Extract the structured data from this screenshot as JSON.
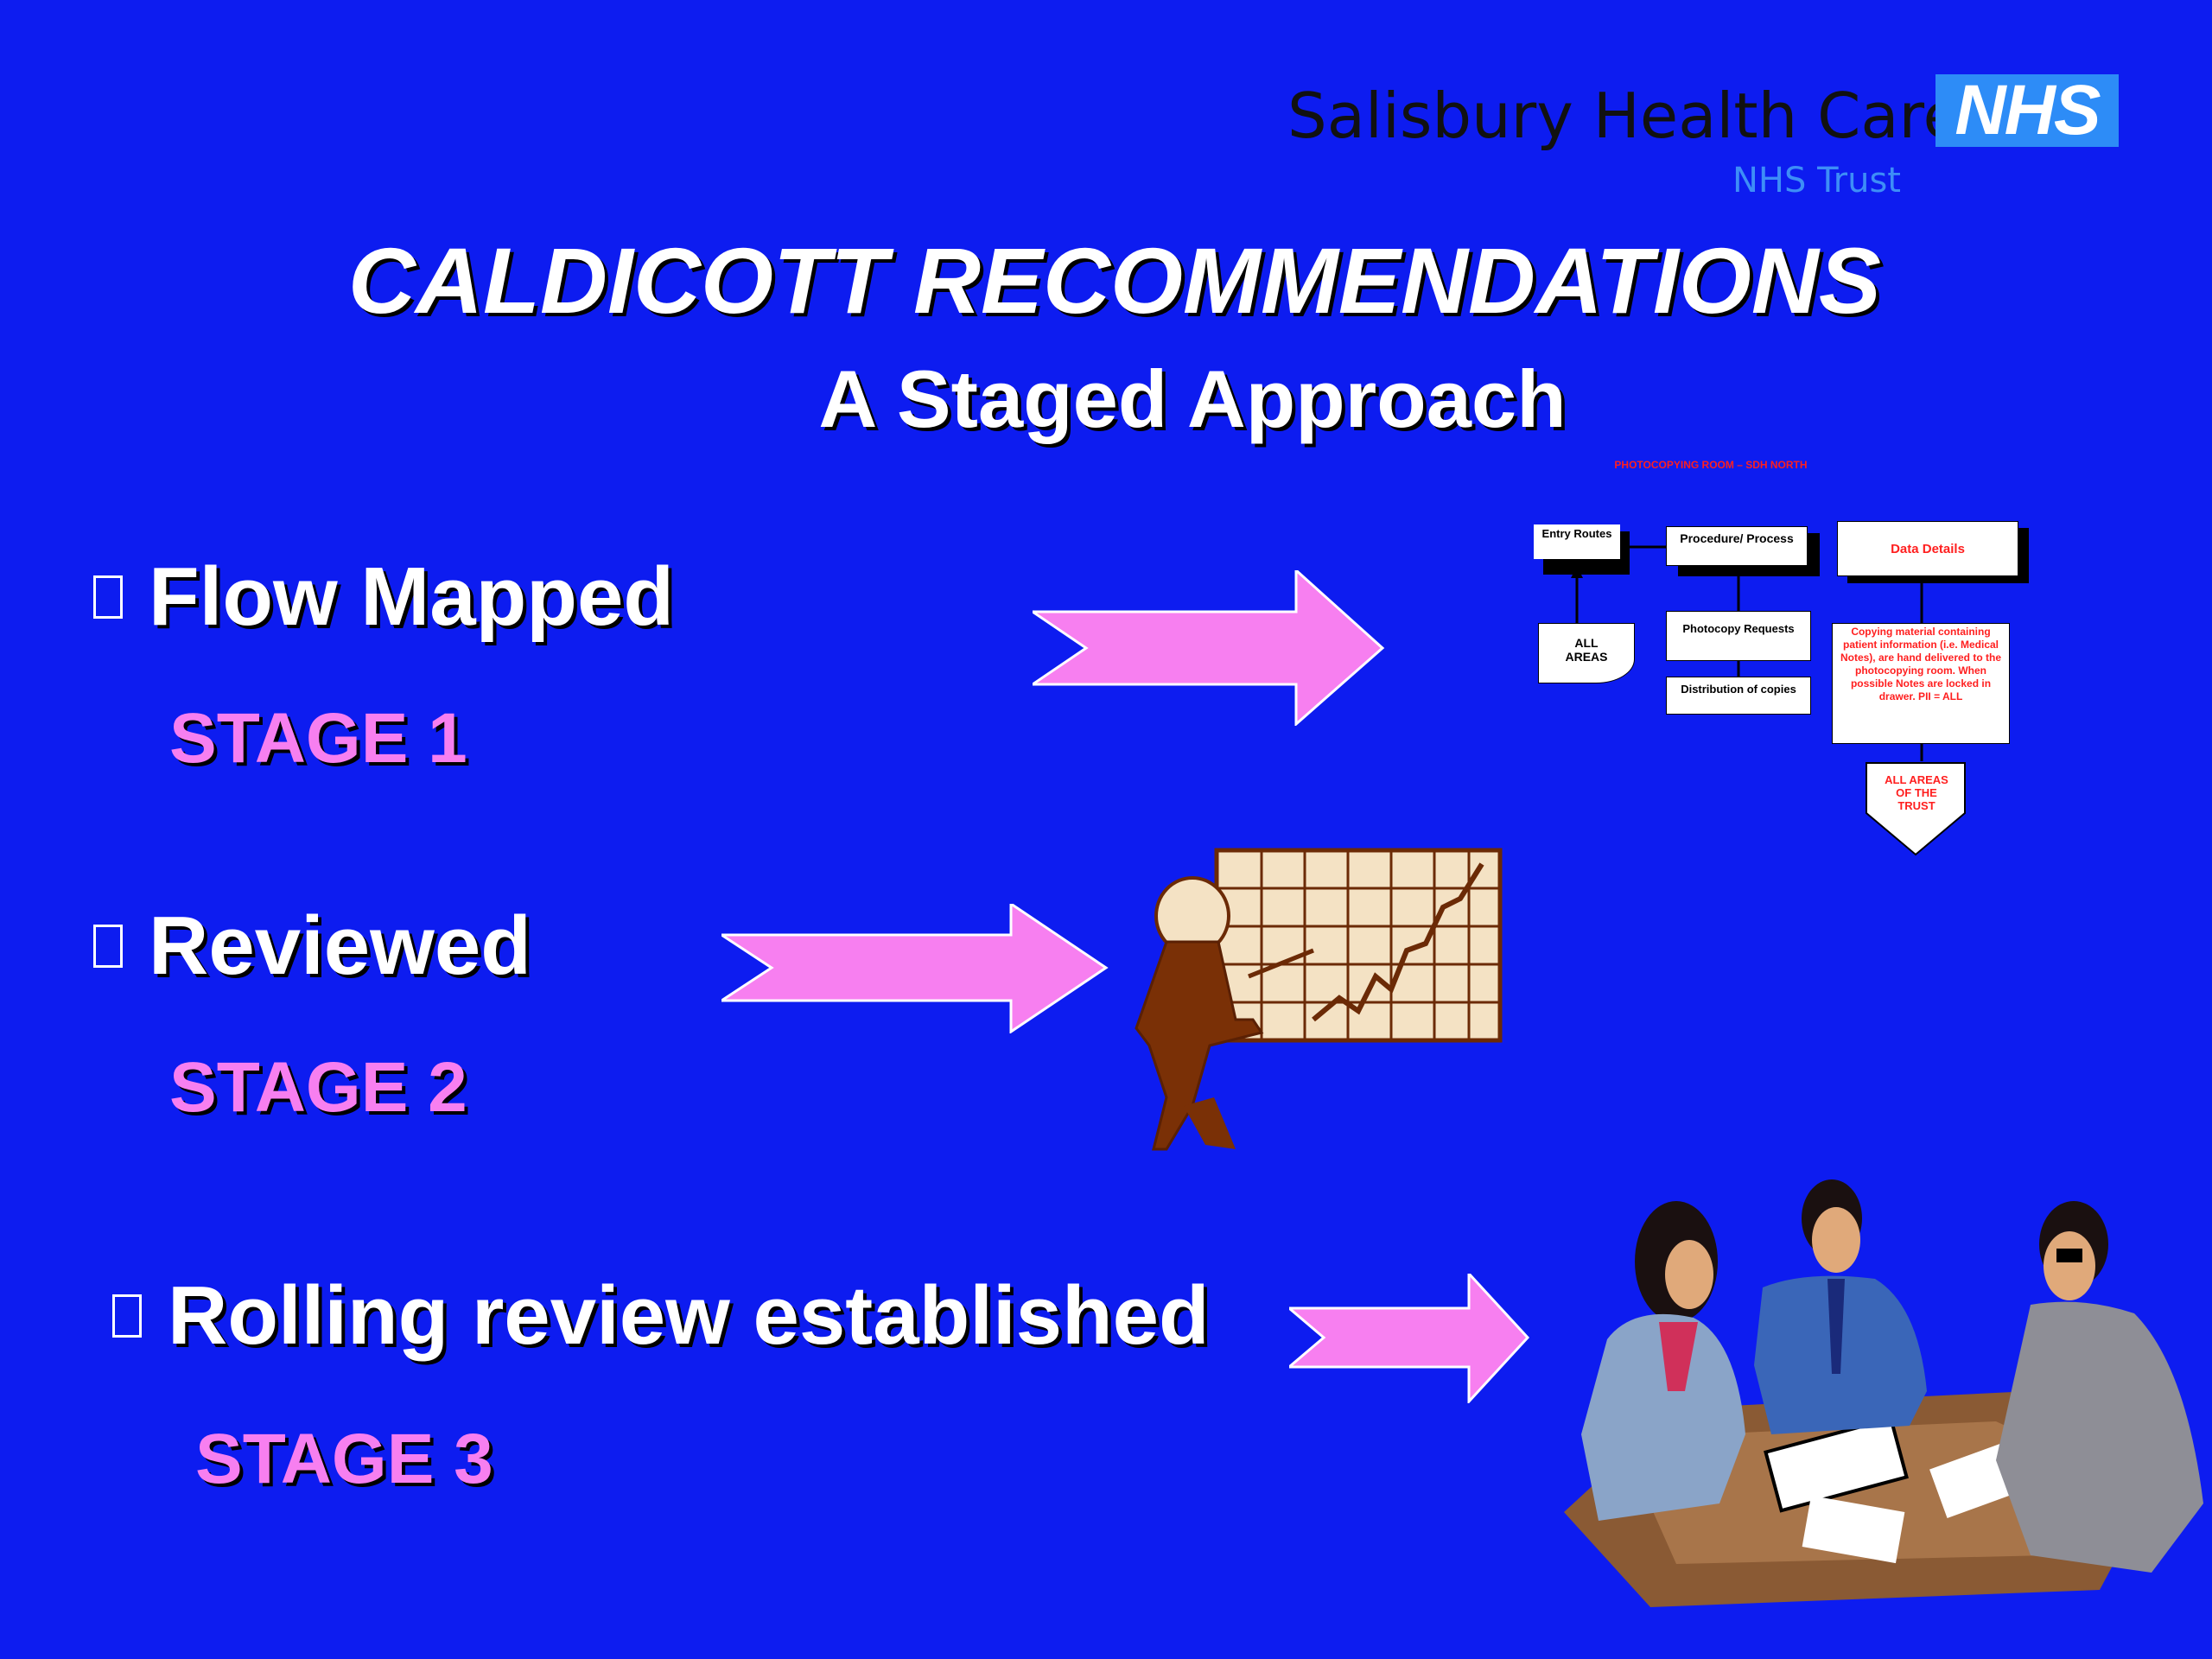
{
  "header": {
    "org_name": "Salisbury Health Care",
    "org_sub": "NHS Trust",
    "logo_text": "NHS"
  },
  "slide": {
    "title": "CALDICOTT RECOMMENDATIONS",
    "subtitle": "A Staged Approach"
  },
  "items": [
    {
      "label": "Flow Mapped",
      "stage": "STAGE 1"
    },
    {
      "label": "Reviewed",
      "stage": "STAGE 2"
    },
    {
      "label": "Rolling review established",
      "stage": "STAGE 3"
    }
  ],
  "flowchart": {
    "title": "PHOTOCOPYING ROOM – SDH NORTH",
    "entry_routes": "Entry Routes",
    "procedure": "Procedure/ Process",
    "data_details": "Data Details",
    "all_areas": "ALL AREAS",
    "photocopy_requests": "Photocopy Requests",
    "distribution": "Distribution of copies",
    "copying_note": "Copying material containing patient information (i.e. Medical Notes), are hand delivered to the photocopying room. When possible Notes are locked in drawer. PII = ALL",
    "all_areas_trust": "ALL AREAS OF THE TRUST"
  },
  "colors": {
    "background": "#0d1cf0",
    "stage": "#f77ff0",
    "arrow": "#f77ff0",
    "nhs_blue": "#2d8cf7"
  }
}
